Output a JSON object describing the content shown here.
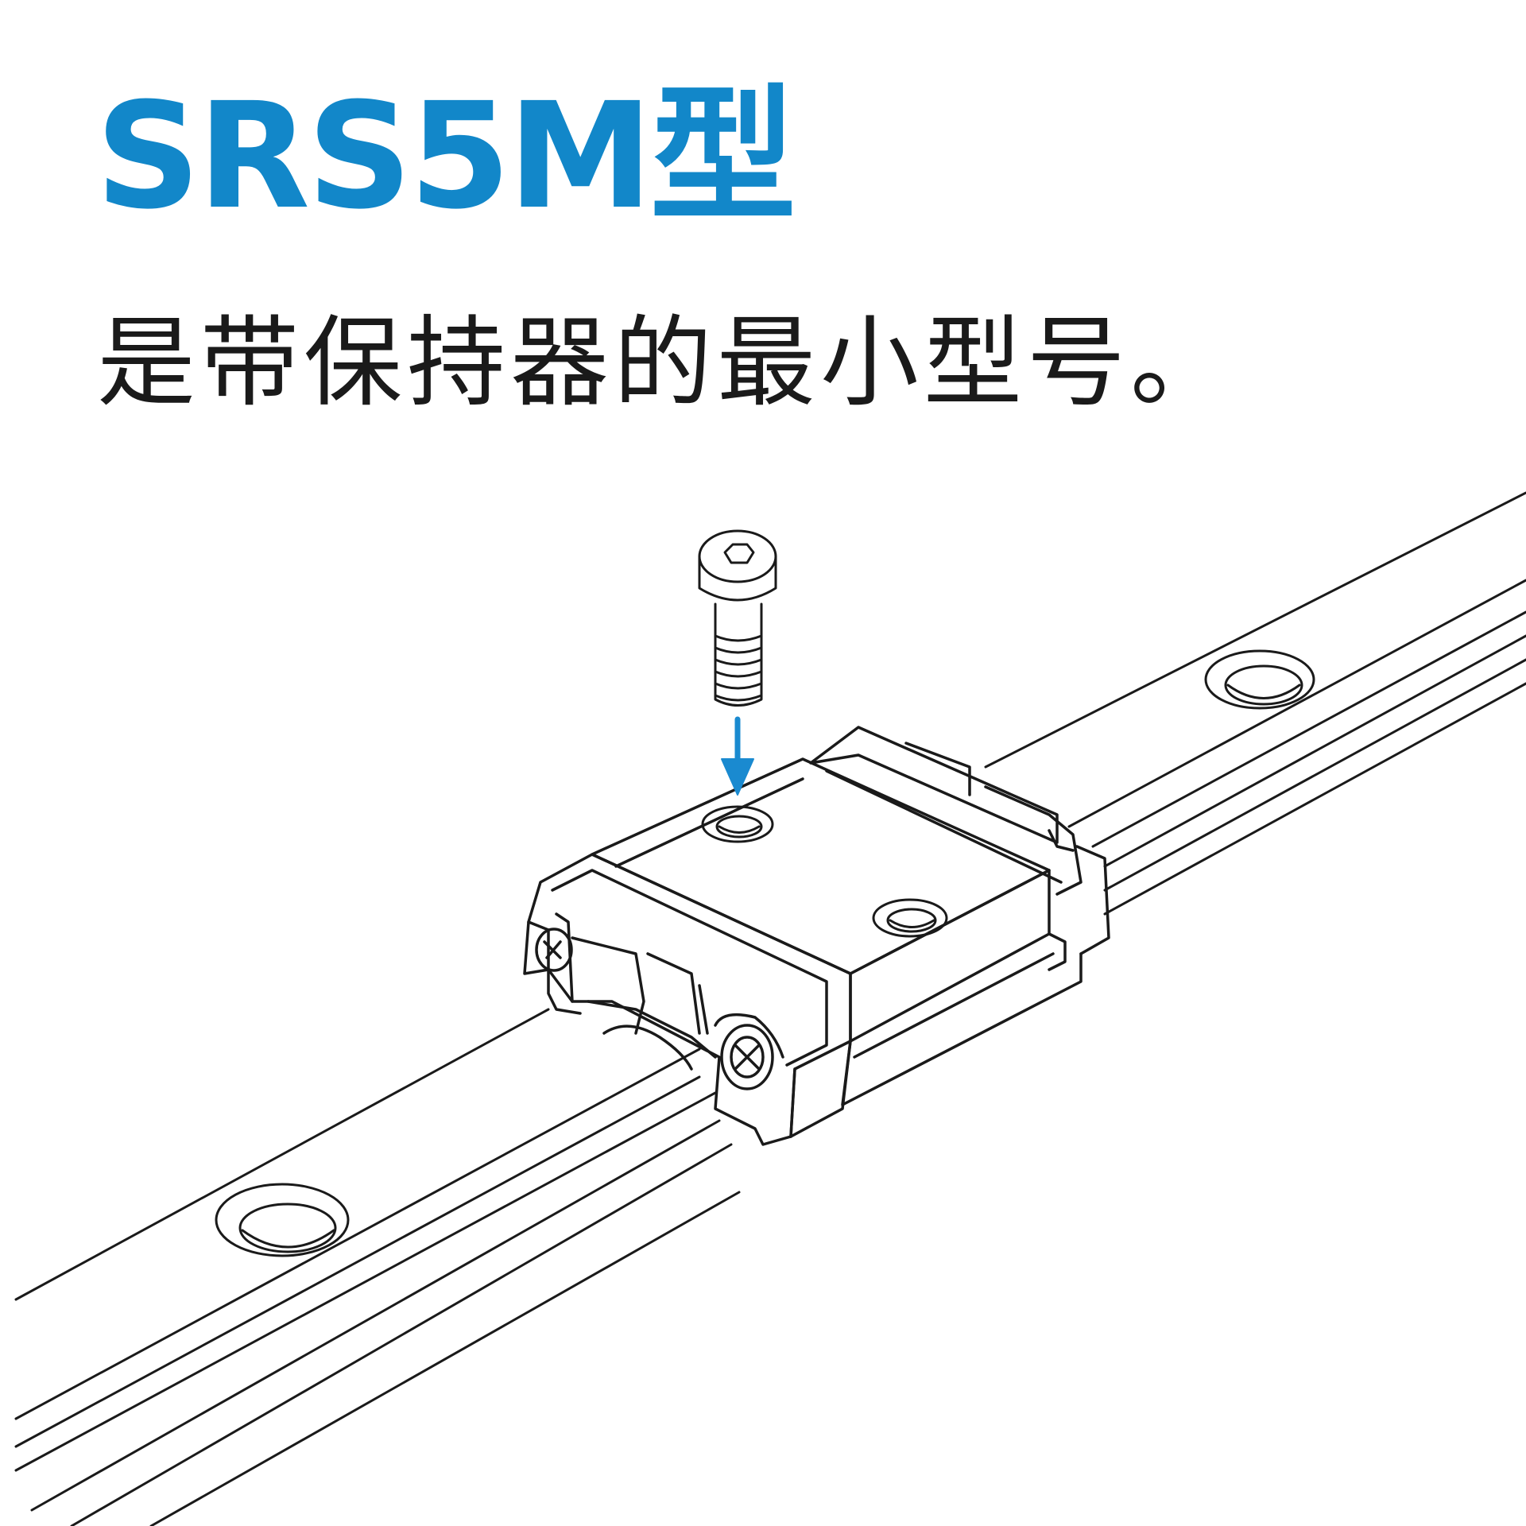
{
  "heading": {
    "title": "SRS5M型",
    "subtitle": "是带保持器的最小型号。"
  },
  "colors": {
    "title": "#1287c9",
    "arrow": "#1a8ad0",
    "line": "#1a1a1a"
  },
  "illustration": {
    "parts": [
      "rail",
      "carriage-block",
      "cap-screw",
      "insertion-arrow",
      "rail-mounting-holes",
      "end-seals"
    ]
  }
}
